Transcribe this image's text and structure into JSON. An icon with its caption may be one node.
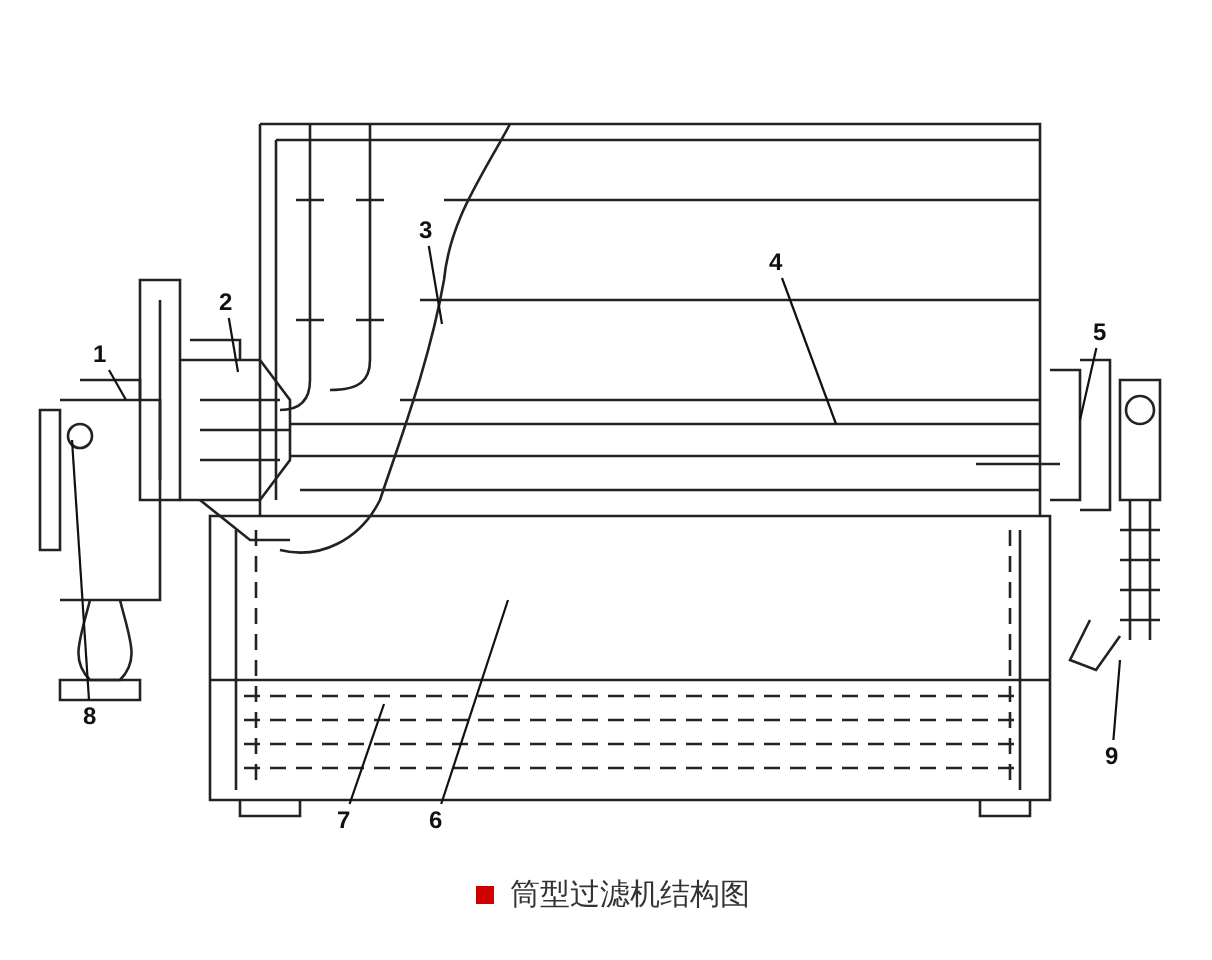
{
  "diagram": {
    "caption": "筒型过滤机结构图",
    "nodes": [
      {
        "text": [
          "1"
        ]
      },
      {
        "text": [
          "2"
        ]
      },
      {
        "text": [
          "3"
        ]
      },
      {
        "text": [
          "4"
        ]
      },
      {
        "text": [
          "5"
        ]
      },
      {
        "text": [
          "6"
        ]
      },
      {
        "text": [
          "7"
        ]
      },
      {
        "text": [
          "8"
        ]
      },
      {
        "text": [
          "9"
        ]
      }
    ],
    "edges": [
      {
        "from": 0,
        "to": null,
        "arrow": "none"
      },
      {
        "from": 1,
        "to": null,
        "arrow": "none"
      },
      {
        "from": 2,
        "to": null,
        "arrow": "none"
      },
      {
        "from": 3,
        "to": null,
        "arrow": "none"
      },
      {
        "from": 4,
        "to": null,
        "arrow": "none"
      },
      {
        "from": 5,
        "to": null,
        "arrow": "none"
      },
      {
        "from": 6,
        "to": null,
        "arrow": "none"
      },
      {
        "from": 7,
        "to": null,
        "arrow": "none"
      },
      {
        "from": 8,
        "to": null,
        "arrow": "none"
      }
    ]
  }
}
